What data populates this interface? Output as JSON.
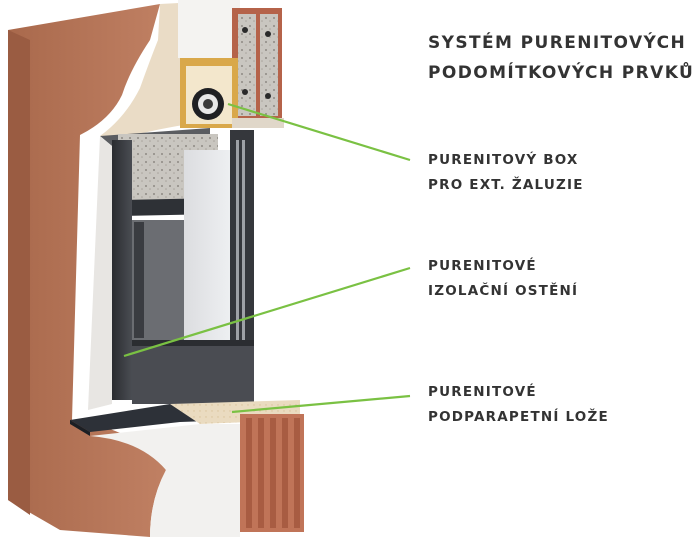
{
  "title": {
    "line1": "SYSTÉM PURENITOVÝCH",
    "line2": "PODOMÍTKOVÝCH PRVKŮ"
  },
  "callouts": [
    {
      "line1": "PURENITOVÝ BOX",
      "line2": "PRO EXT. ŽALUZIE"
    },
    {
      "line1": "PURENITOVÉ",
      "line2": "IZOLAČNÍ OSTĚNÍ"
    },
    {
      "line1": "PURENITOVÉ",
      "line2": "PODPARAPETNÍ LOŽE"
    }
  ],
  "colors": {
    "callout_line": "#7ac143",
    "text": "#333333",
    "brick_wall": "#b87a5c",
    "render": "#f1f0ee",
    "purenit": "#e9cfa0",
    "window_frame": "#3a3c41",
    "sill": "#2d3138"
  }
}
